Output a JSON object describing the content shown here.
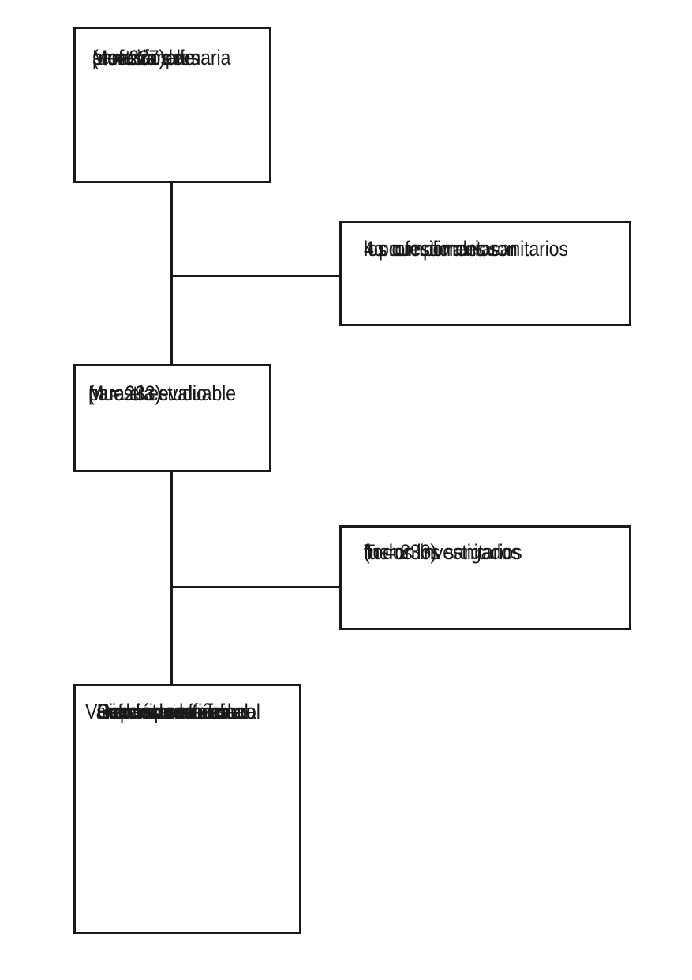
{
  "flowchart": {
    "box_initial": {
      "lines": [
        "Muestra de",
        "profesionales",
        "sanitarios de",
        "atención primaria",
        "(n = 237)"
      ]
    },
    "box_excluded": {
      "lines": [
        "4 profesionales sanitarios",
        "no cumplimentaron",
        "los cuestionarios"
      ]
    },
    "box_evaluable": {
      "lines": [
        "Muestra evaluable",
        "para el estudio",
        "(n = 233)"
      ]
    },
    "box_investigated": {
      "lines": [
        "Todos los sanitarios",
        "fueron investigados",
        "(n = 233)"
      ]
    },
    "box_variables": {
      "heading": "Variables analizadas:",
      "items": [
        "Capacidad física",
        "Función emocional",
        "Bienestar emocional",
        "Función social",
        "Bienestar social",
        "Esfuerzo extrínseco",
        "Recompensa"
      ]
    }
  }
}
